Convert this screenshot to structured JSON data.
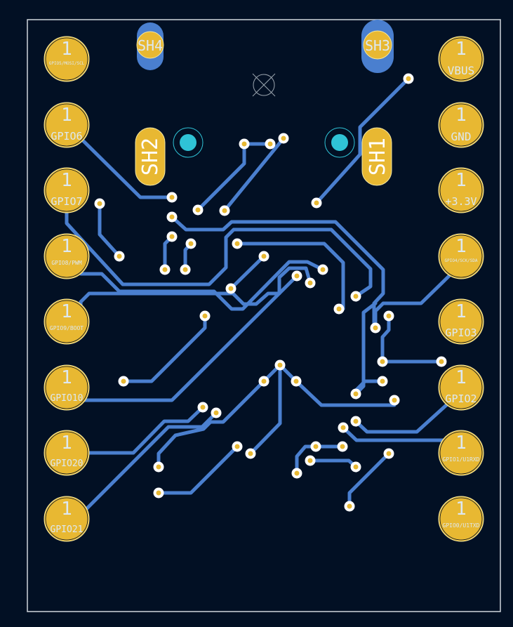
{
  "colors": {
    "background": "#021024",
    "outline": "#d0d6dc",
    "trace": "#4a7fcf",
    "pad": "#e8b832",
    "pad_ring": "#f2e6a0",
    "via_dot": "#e8b832",
    "via_ring": "#ffffff",
    "label": "#dde8f0",
    "hole": "#2fc3d6"
  },
  "left_pins": [
    {
      "number": "1",
      "label": "GPIO5/MOSI/SCL",
      "small": true
    },
    {
      "number": "1",
      "label": "GPIO6",
      "small": false
    },
    {
      "number": "1",
      "label": "GPIO7",
      "small": false
    },
    {
      "number": "1",
      "label": "GPIO8/PWM",
      "small": true
    },
    {
      "number": "1",
      "label": "GPIO9/BOOT",
      "small": true
    },
    {
      "number": "1",
      "label": "GPIO10",
      "small": false
    },
    {
      "number": "1",
      "label": "GPIO20",
      "small": false
    },
    {
      "number": "1",
      "label": "GPIO21",
      "small": false
    }
  ],
  "right_pins": [
    {
      "number": "1",
      "label": "VBUS",
      "small": false
    },
    {
      "number": "1",
      "label": "GND",
      "small": false
    },
    {
      "number": "1",
      "label": "+3.3V",
      "small": false
    },
    {
      "number": "1",
      "label": "GPIO4/SCK/SDA",
      "small": true
    },
    {
      "number": "1",
      "label": "GPIO3",
      "small": false
    },
    {
      "number": "1",
      "label": "GPIO2",
      "small": false
    },
    {
      "number": "1",
      "label": "GPIO1/U1RXD",
      "small": true
    },
    {
      "number": "1",
      "label": "GPIO0/U1TXD",
      "small": true
    }
  ],
  "shields": [
    {
      "label": "SH4",
      "orientation": "horizontal"
    },
    {
      "label": "SH3",
      "orientation": "horizontal"
    },
    {
      "label": "SH2",
      "orientation": "vertical"
    },
    {
      "label": "SH1",
      "orientation": "vertical"
    }
  ]
}
